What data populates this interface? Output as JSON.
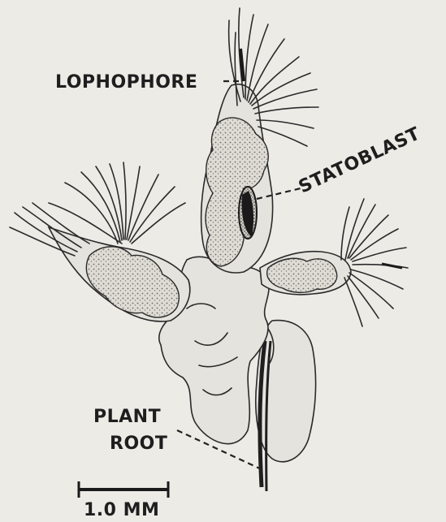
{
  "labels": {
    "lophophore": "LOPHOPHORE",
    "statoblast": "STATOBLAST",
    "plant": "PLANT",
    "root": "ROOT",
    "scale": "1.0 MM"
  },
  "colors": {
    "background": "#ecebe6",
    "ink": "#2a2a2a",
    "stipple": "#6a6a6a",
    "statoblast": "#1a1a1a"
  }
}
